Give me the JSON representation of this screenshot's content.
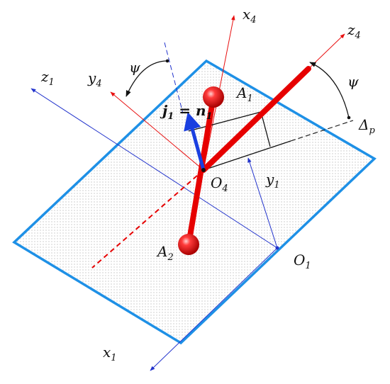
{
  "labels": {
    "z1": "z",
    "z1_sub": "1",
    "y4": "y",
    "y4_sub": "4",
    "psi_left": "ψ",
    "x4": "x",
    "x4_sub": "4",
    "z4": "z",
    "z4_sub": "4",
    "psi_right": "ψ",
    "a1": "A",
    "a1_sub": "1",
    "j1": "j",
    "j1_sub": "1",
    "equals": " = ",
    "n1": "n",
    "n1_sub": "1",
    "delta": "Δ",
    "delta_sub": "p",
    "o4": "O",
    "o4_sub": "4",
    "y1": "y",
    "y1_sub": "1",
    "a2": "A",
    "a2_sub": "2",
    "o1": "O",
    "o1_sub": "1",
    "x1": "x",
    "x1_sub": "1"
  },
  "colors": {
    "plane_border": "#1e90e6",
    "plane_fill_dots": "#c8c8c8",
    "frame1_axes": "#2233cc",
    "frame4_axes": "#e81010",
    "rod": "#e60000",
    "unit_vector": "#1a3fe0",
    "construction": "#000000"
  }
}
